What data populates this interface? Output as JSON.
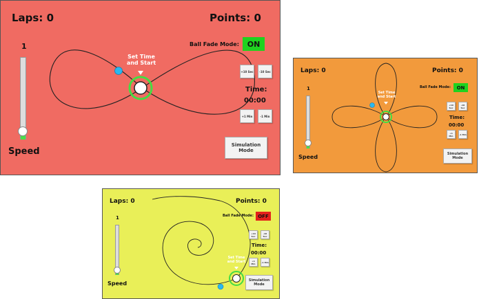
{
  "panels": {
    "red": {
      "laps": "Laps: 0",
      "points": "Points: 0",
      "fade_label": "Ball Fade Mode:",
      "fade_state": "ON",
      "speed_value": "1",
      "speed_label": "Speed",
      "set_time_label": "Set Time and Start",
      "time_label": "Time:",
      "time_value": "00:00",
      "btn_plus10": "+10 Sec",
      "btn_minus10": "-10 Sec",
      "btn_plus1": "+1 Min",
      "btn_minus1": "-1 Min",
      "sim_button": "Simulation Mode",
      "speed_level": 0.1
    },
    "orange": {
      "laps": "Laps: 0",
      "points": "Points: 0",
      "fade_label": "Ball Fade Mode:",
      "fade_state": "ON",
      "speed_value": "1",
      "speed_label": "Speed",
      "set_time_label": "Set Time and Start",
      "time_label": "Time:",
      "time_value": "00:00",
      "btn_plus10": "+10 Sec",
      "btn_minus10": "-10 Sec",
      "btn_plus1": "+1 Min",
      "btn_minus1": "-1 Min",
      "sim_button": "Simulation Mode",
      "speed_level": 0.1
    },
    "yellow": {
      "laps": "Laps: 0",
      "points": "Points: 0",
      "fade_label": "Ball Fade Mode:",
      "fade_state": "OFF",
      "speed_value": "1",
      "speed_label": "Speed",
      "set_time_label": "Set Time and Start",
      "time_label": "Time:",
      "time_value": "00:00",
      "btn_plus10": "+10 Sec",
      "btn_minus10": "-10 Sec",
      "btn_plus1": "+1 Min",
      "btn_minus1": "-1 Min",
      "sim_button": "Simulation Mode",
      "speed_level": 0.1
    }
  },
  "colors": {
    "red_bg": "#f06b62",
    "orange_bg": "#f29a3c",
    "yellow_bg": "#e9ef58",
    "on": "#1fd21f",
    "off": "#e3201b",
    "ball": "#2ab8f0",
    "ring": "#44dd44"
  }
}
